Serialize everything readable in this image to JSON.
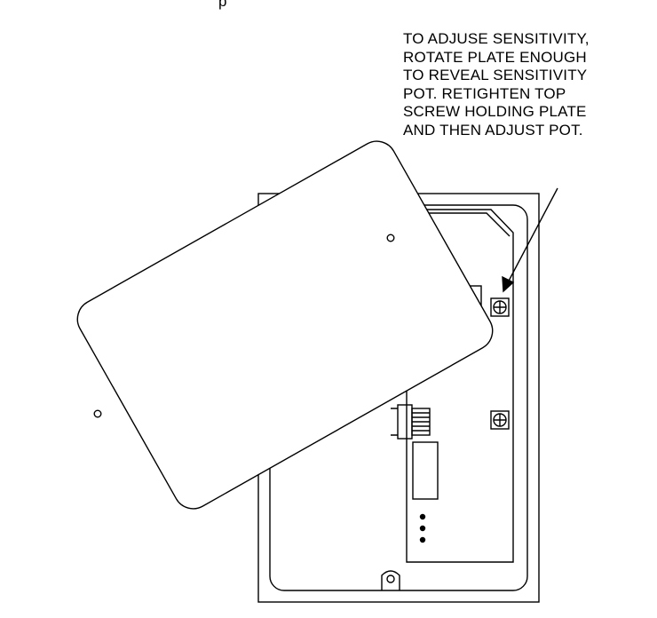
{
  "top_partial_text": "p",
  "callout": {
    "lines": [
      "TO ADJUSE SENSITIVITY,",
      "ROTATE PLATE ENOUGH",
      "TO REVEAL SENSITIVITY",
      "POT.  RETIGHTEN TOP",
      "SCREW HOLDING PLATE",
      "AND THEN ADJUST POT."
    ]
  }
}
